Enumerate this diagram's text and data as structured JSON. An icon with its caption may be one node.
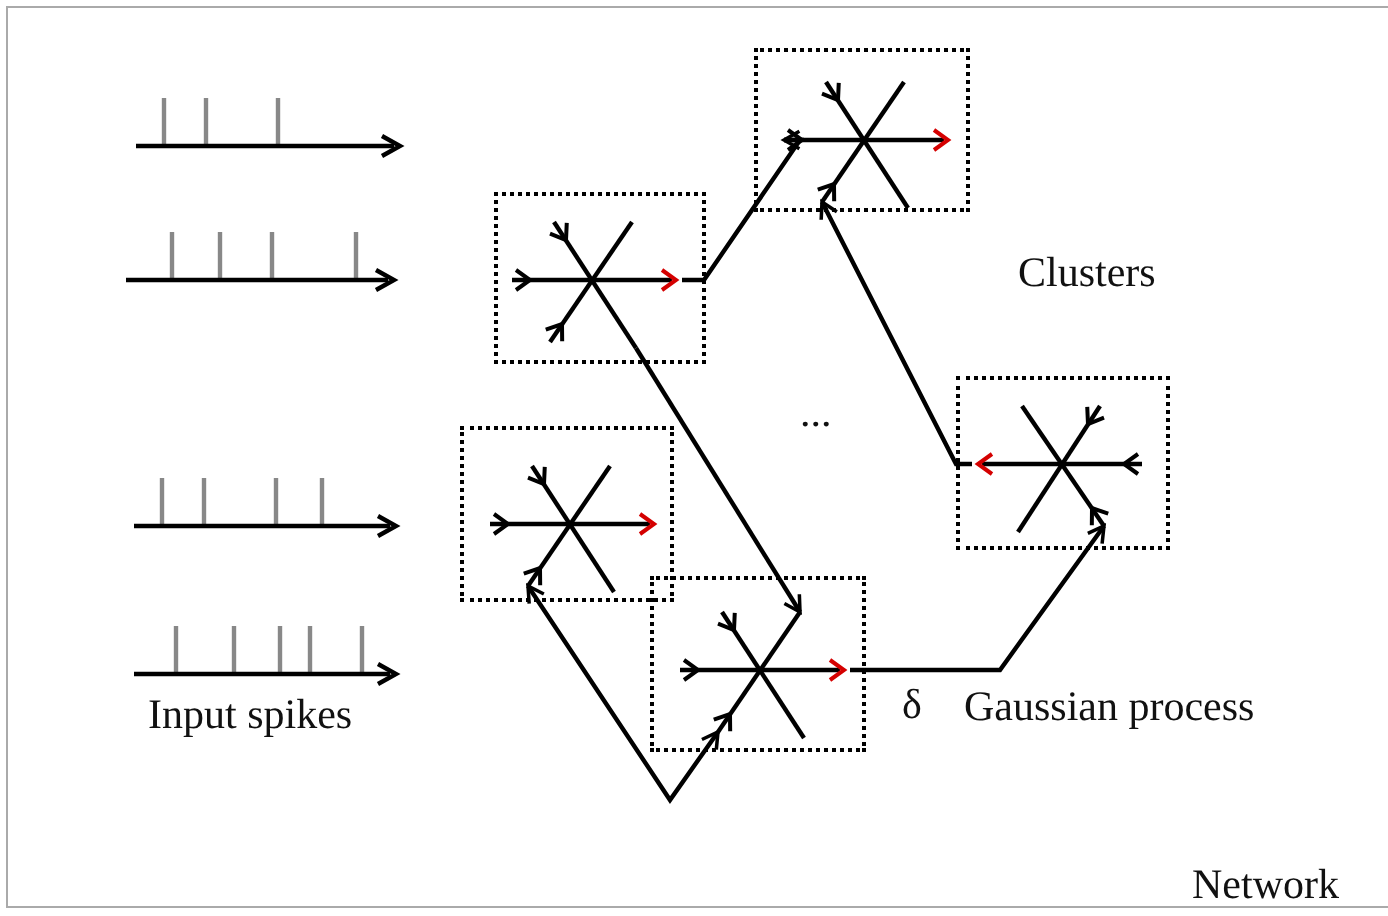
{
  "diagram": {
    "nodes": [
      {
        "text": [],
        "shape": "box"
      },
      {
        "text": [],
        "shape": "box"
      },
      {
        "text": [],
        "shape": "box"
      },
      {
        "text": [],
        "shape": "box"
      },
      {
        "text": [],
        "shape": "box"
      }
    ],
    "edges": [
      {
        "from": 0,
        "to": 1,
        "arrow": "to"
      },
      {
        "from": 0,
        "to": 3,
        "arrow": "to"
      },
      {
        "from": 4,
        "to": 1,
        "arrow": "to"
      },
      {
        "from": 3,
        "to": 4,
        "arrow": "to"
      },
      {
        "from": 2,
        "to": 3,
        "arrow": "both"
      }
    ],
    "labels": [
      "Clusters",
      "...",
      "δ",
      "Gaussian process",
      "Input spikes",
      "Network"
    ]
  }
}
